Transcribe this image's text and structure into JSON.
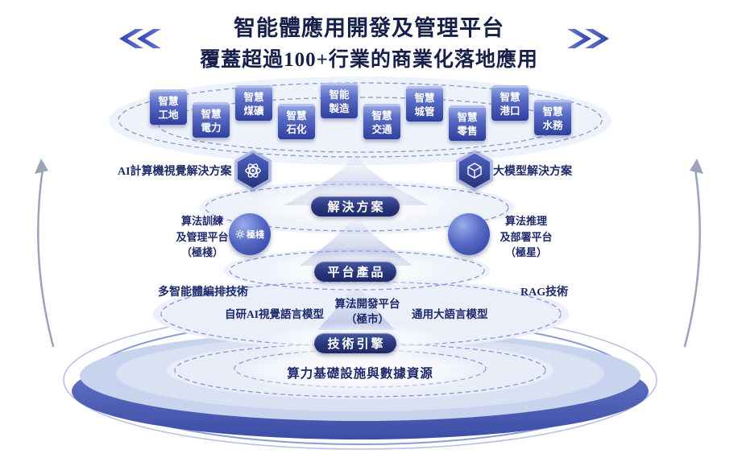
{
  "header": {
    "title_line1": "智能體應用開發及管理平台",
    "title_line2": "覆蓋超過100+行業的商業化落地應用"
  },
  "industries": [
    {
      "lines": [
        "智慧",
        "工地"
      ]
    },
    {
      "lines": [
        "智慧",
        "電力"
      ]
    },
    {
      "lines": [
        "智慧",
        "煤礦"
      ]
    },
    {
      "lines": [
        "智慧",
        "石化"
      ]
    },
    {
      "lines": [
        "智能",
        "製造"
      ]
    },
    {
      "lines": [
        "智慧",
        "交通"
      ]
    },
    {
      "lines": [
        "智慧",
        "城管"
      ]
    },
    {
      "lines": [
        "智慧",
        "零售"
      ]
    },
    {
      "lines": [
        "智慧",
        "港口"
      ]
    },
    {
      "lines": [
        "智慧",
        "水務"
      ]
    }
  ],
  "solutions": {
    "banner": "解決方案",
    "left_label": "AI計算機視覺解決方案",
    "right_label": "大模型解決方案"
  },
  "platforms": {
    "banner": "平台產品",
    "left_lines": [
      "算法訓練",
      "及管理平台",
      "（極棧）"
    ],
    "left_logo": "極棧",
    "right_lines": [
      "算法推理",
      "及部署平台",
      "（極星）"
    ]
  },
  "engines": {
    "banner": "技術引擎",
    "item_multi_agent": "多智能體編排技術",
    "item_vlm": "自研AI視覺語言模型",
    "item_dev_platform_lines": [
      "算法開發平台",
      "（極市）"
    ],
    "item_llm": "通用大語言模型",
    "item_rag": "RAG技術"
  },
  "base": {
    "label": "算力基礎設施與數據資源"
  },
  "icons": {
    "header_left": "fast-backward-chevrons",
    "header_right": "fast-forward-chevrons",
    "solutions_left": "ai-vision-atom",
    "solutions_right": "large-model-cube",
    "platform_left_logo": "gear",
    "side_decor": "curved-up-arrow"
  },
  "colors": {
    "title_navy": "#16204a",
    "label_navy": "#1e2a6a",
    "banner_blue": "#28367b",
    "accent_blue": "#3a53c4",
    "dashed_ring": "#8a98d2",
    "disc_light": "#c8d3ee",
    "disc_dark": "#4b5cb1"
  }
}
